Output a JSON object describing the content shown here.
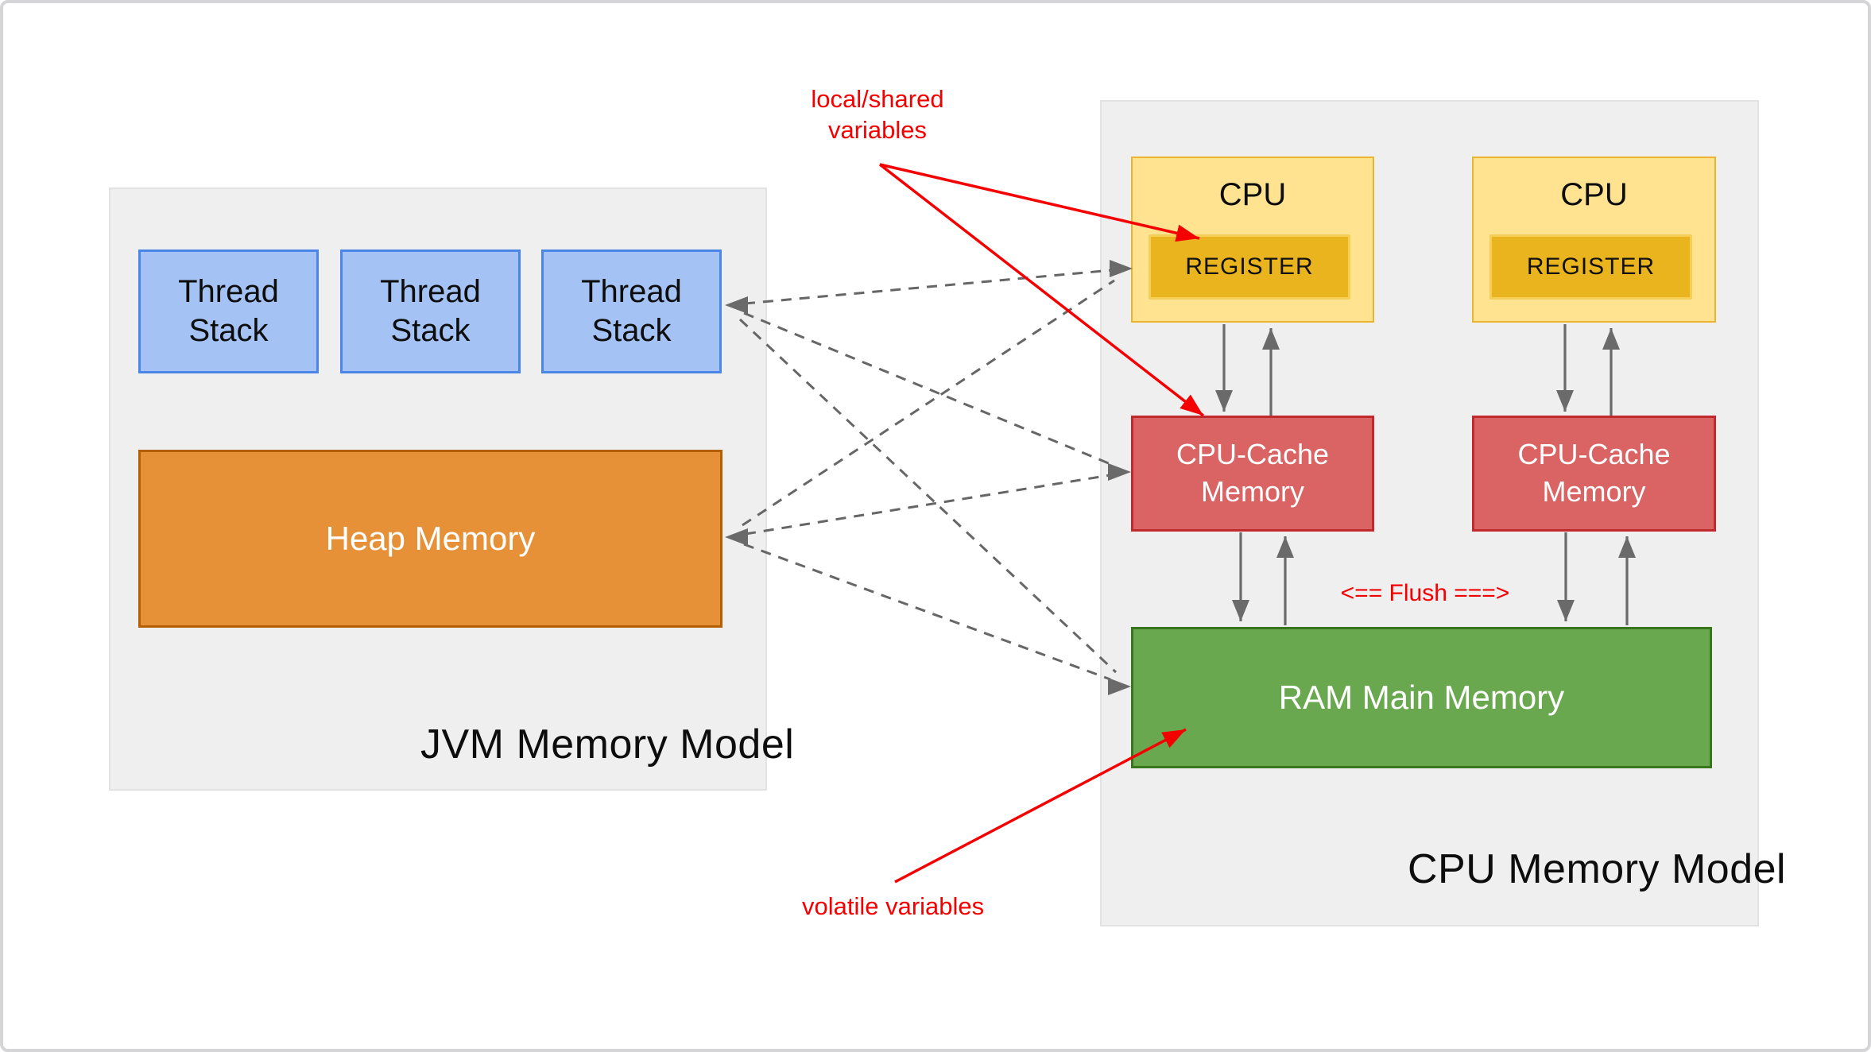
{
  "jvm_model": {
    "title": "JVM Memory Model",
    "thread_stacks": [
      {
        "line1": "Thread",
        "line2": "Stack"
      },
      {
        "line1": "Thread",
        "line2": "Stack"
      },
      {
        "line1": "Thread",
        "line2": "Stack"
      }
    ],
    "heap": {
      "label": "Heap Memory"
    }
  },
  "cpu_model": {
    "title": "CPU Memory Model",
    "cpus": [
      {
        "label": "CPU",
        "register_label": "REGISTER",
        "cache": {
          "line1": "CPU-Cache",
          "line2": "Memory"
        }
      },
      {
        "label": "CPU",
        "register_label": "REGISTER",
        "cache": {
          "line1": "CPU-Cache",
          "line2": "Memory"
        }
      }
    ],
    "ram": {
      "label": "RAM Main Memory"
    },
    "flush_label": "<== Flush ===>"
  },
  "annotations": {
    "local_shared": {
      "line1": "local/shared",
      "line2": "variables"
    },
    "volatile_label": "volatile variables"
  },
  "colors": {
    "thread_stack_fill": "#a4c2f4",
    "thread_stack_border": "#4a86e8",
    "heap_fill": "#e69138",
    "heap_border": "#b45f06",
    "cpu_fill": "#ffe391",
    "cpu_border": "#eab42e",
    "register_fill": "#eab41e",
    "register_border": "#f5ce57",
    "cache_fill": "#da6363",
    "cache_border": "#c2292c",
    "ram_fill": "#6aa84f",
    "ram_border": "#38761d",
    "panel_fill": "#efefef",
    "annotation_red": "#f50000",
    "connector_gray": "#666666"
  },
  "connections": {
    "dashed_gray": [
      {
        "from": "thread-stack-3",
        "to": "register-1"
      },
      {
        "from": "thread-stack-3",
        "to": "cpu-cache-1"
      },
      {
        "from": "thread-stack-3",
        "to": "ram-main-memory"
      },
      {
        "from": "heap-memory",
        "to": "register-1"
      },
      {
        "from": "heap-memory",
        "to": "cpu-cache-1"
      },
      {
        "from": "heap-memory",
        "to": "ram-main-memory"
      }
    ],
    "solid_gray": [
      {
        "from": "cpu-1",
        "to": "cpu-cache-1"
      },
      {
        "from": "cpu-cache-1",
        "to": "cpu-1"
      },
      {
        "from": "cpu-cache-1",
        "to": "ram-main-memory"
      },
      {
        "from": "ram-main-memory",
        "to": "cpu-cache-1"
      },
      {
        "from": "cpu-2",
        "to": "cpu-cache-2"
      },
      {
        "from": "cpu-cache-2",
        "to": "cpu-2"
      },
      {
        "from": "cpu-cache-2",
        "to": "ram-main-memory"
      },
      {
        "from": "ram-main-memory",
        "to": "cpu-cache-2"
      }
    ],
    "red_annotation_arrows": [
      {
        "from": "local-shared-variables-label",
        "to": "register-1"
      },
      {
        "from": "local-shared-variables-label",
        "to": "cpu-cache-1"
      },
      {
        "from": "volatile-variables-label",
        "to": "ram-main-memory"
      }
    ]
  }
}
